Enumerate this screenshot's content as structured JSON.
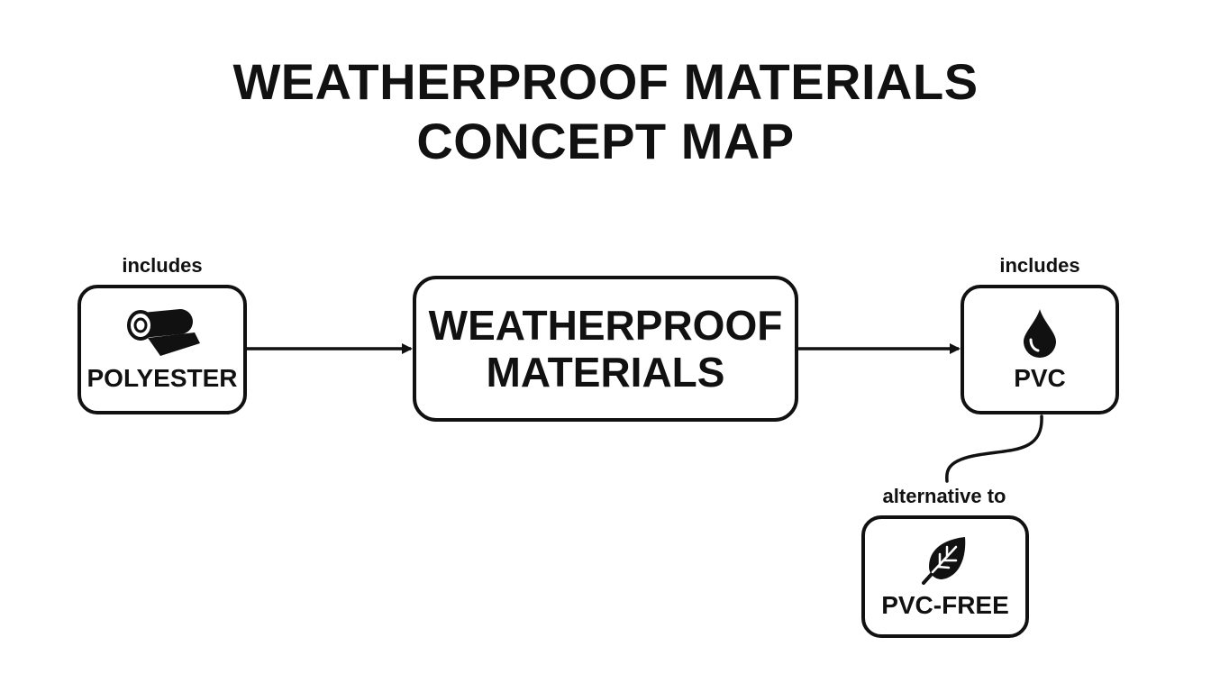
{
  "title": {
    "line1": "WEATHERPROOF MATERIALS",
    "line2": "CONCEPT MAP"
  },
  "nodes": {
    "center": {
      "line1": "WEATHERPROOF",
      "line2": "MATERIALS"
    },
    "polyester": {
      "label": "POLYESTER",
      "icon": "fabric-roll-icon"
    },
    "pvc": {
      "label": "PVC",
      "icon": "water-drop-icon"
    },
    "pvc_free": {
      "label": "PVC-FREE",
      "icon": "leaf-icon"
    }
  },
  "edges": {
    "polyester_to_center": "includes",
    "center_to_pvc": "includes",
    "pvc_to_pvc_free": "alternative to"
  },
  "colors": {
    "ink": "#111111",
    "background": "#ffffff"
  }
}
